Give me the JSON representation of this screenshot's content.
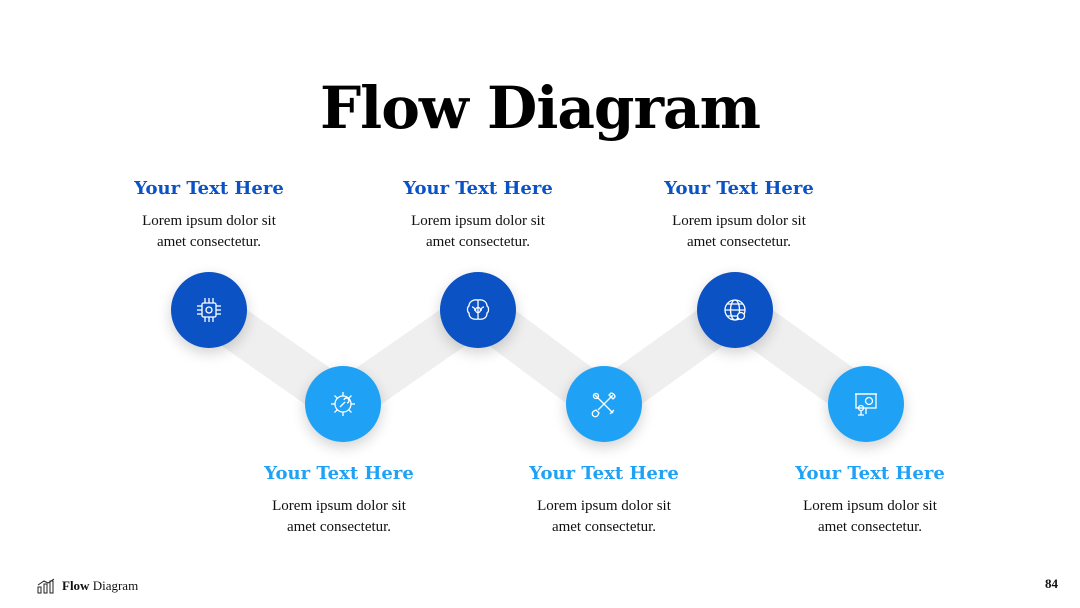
{
  "title": "Flow Diagram",
  "steps": [
    {
      "heading": "Your Text Here",
      "body_line1": "Lorem ipsum dolor sit",
      "body_line2": "amet consectetur.",
      "icon": "chip-icon",
      "color": "#0b52c4"
    },
    {
      "heading": "Your Text Here",
      "body_line1": "Lorem ipsum dolor sit",
      "body_line2": "amet consectetur.",
      "icon": "gear-wrench-icon",
      "color": "#1fa2f5"
    },
    {
      "heading": "Your Text Here",
      "body_line1": "Lorem ipsum dolor sit",
      "body_line2": "amet consectetur.",
      "icon": "brain-icon",
      "color": "#0b52c4"
    },
    {
      "heading": "Your Text Here",
      "body_line1": "Lorem ipsum dolor sit",
      "body_line2": "amet consectetur.",
      "icon": "tools-icon",
      "color": "#1fa2f5"
    },
    {
      "heading": "Your Text Here",
      "body_line1": "Lorem ipsum dolor sit",
      "body_line2": "amet consectetur.",
      "icon": "globe-gear-icon",
      "color": "#0b52c4"
    },
    {
      "heading": "Your Text Here",
      "body_line1": "Lorem ipsum dolor sit",
      "body_line2": "amet consectetur.",
      "icon": "presentation-gear-icon",
      "color": "#1fa2f5"
    }
  ],
  "footer": {
    "bold": "Flow",
    "rest": " Diagram",
    "icon": "bar-chart-icon"
  },
  "page_number": "84"
}
